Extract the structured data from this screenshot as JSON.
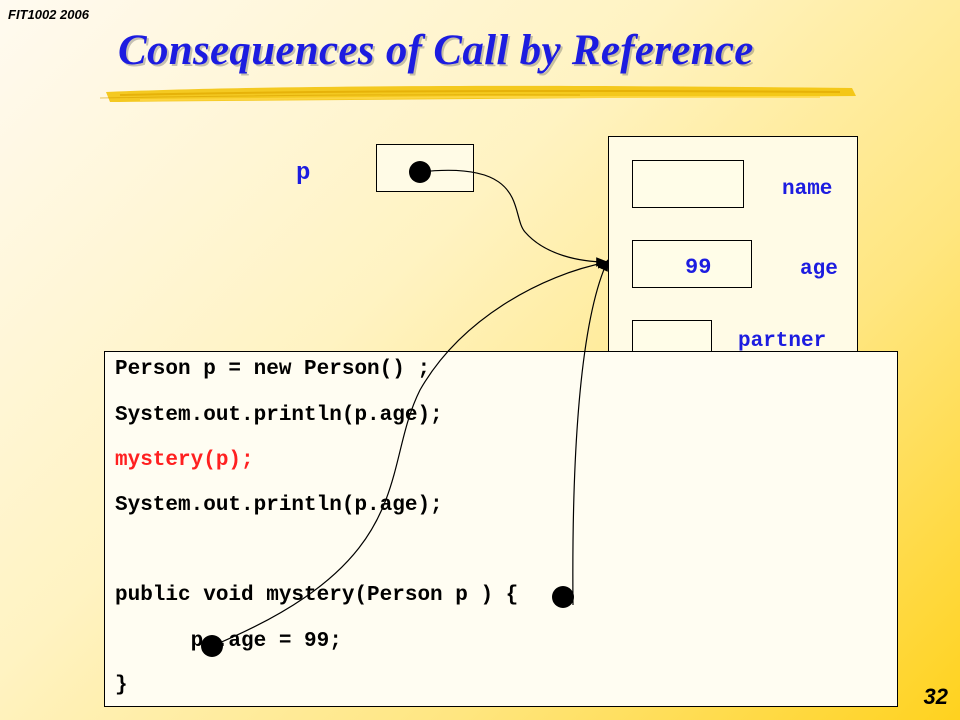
{
  "header": {
    "course": "FIT1002 2006",
    "title": "Consequences of Call by Reference"
  },
  "diagram": {
    "variable_label": "p",
    "fields": {
      "name_label": "name",
      "age_label": "age",
      "age_value": "99",
      "partner_label": "partner"
    },
    "param_label_top": "p",
    "param_label_bottom": "p"
  },
  "code": {
    "lines": [
      "Person p = new Person() ;",
      "System.out.println(p.age);",
      "mystery(p);",
      "System.out.println(p.age);",
      "",
      "public void mystery(Person p ) {",
      "      p .age = 99;",
      "}"
    ]
  },
  "colors": {
    "title": "#1c1ce0",
    "highlight": "#ff2020",
    "text": "#000000"
  },
  "footer": {
    "slide_number": "32"
  }
}
